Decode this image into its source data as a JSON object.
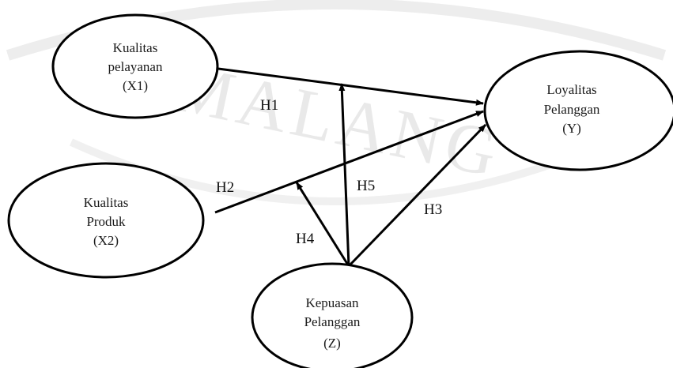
{
  "watermark": {
    "text": "MALANG"
  },
  "nodes": {
    "x1": {
      "lines": [
        "Kualitas",
        "pelayanan",
        "(X1)"
      ]
    },
    "x2": {
      "lines": [
        "Kualitas",
        "Produk",
        "(X2)"
      ]
    },
    "y": {
      "lines": [
        "Loyalitas",
        "Pelanggan",
        "(Y)"
      ]
    },
    "z": {
      "lines": [
        "Kepuasan",
        "Pelanggan",
        "(Z)"
      ]
    }
  },
  "hypotheses": {
    "h1": "H1",
    "h2": "H2",
    "h3": "H3",
    "h4": "H4",
    "h5": "H5"
  }
}
